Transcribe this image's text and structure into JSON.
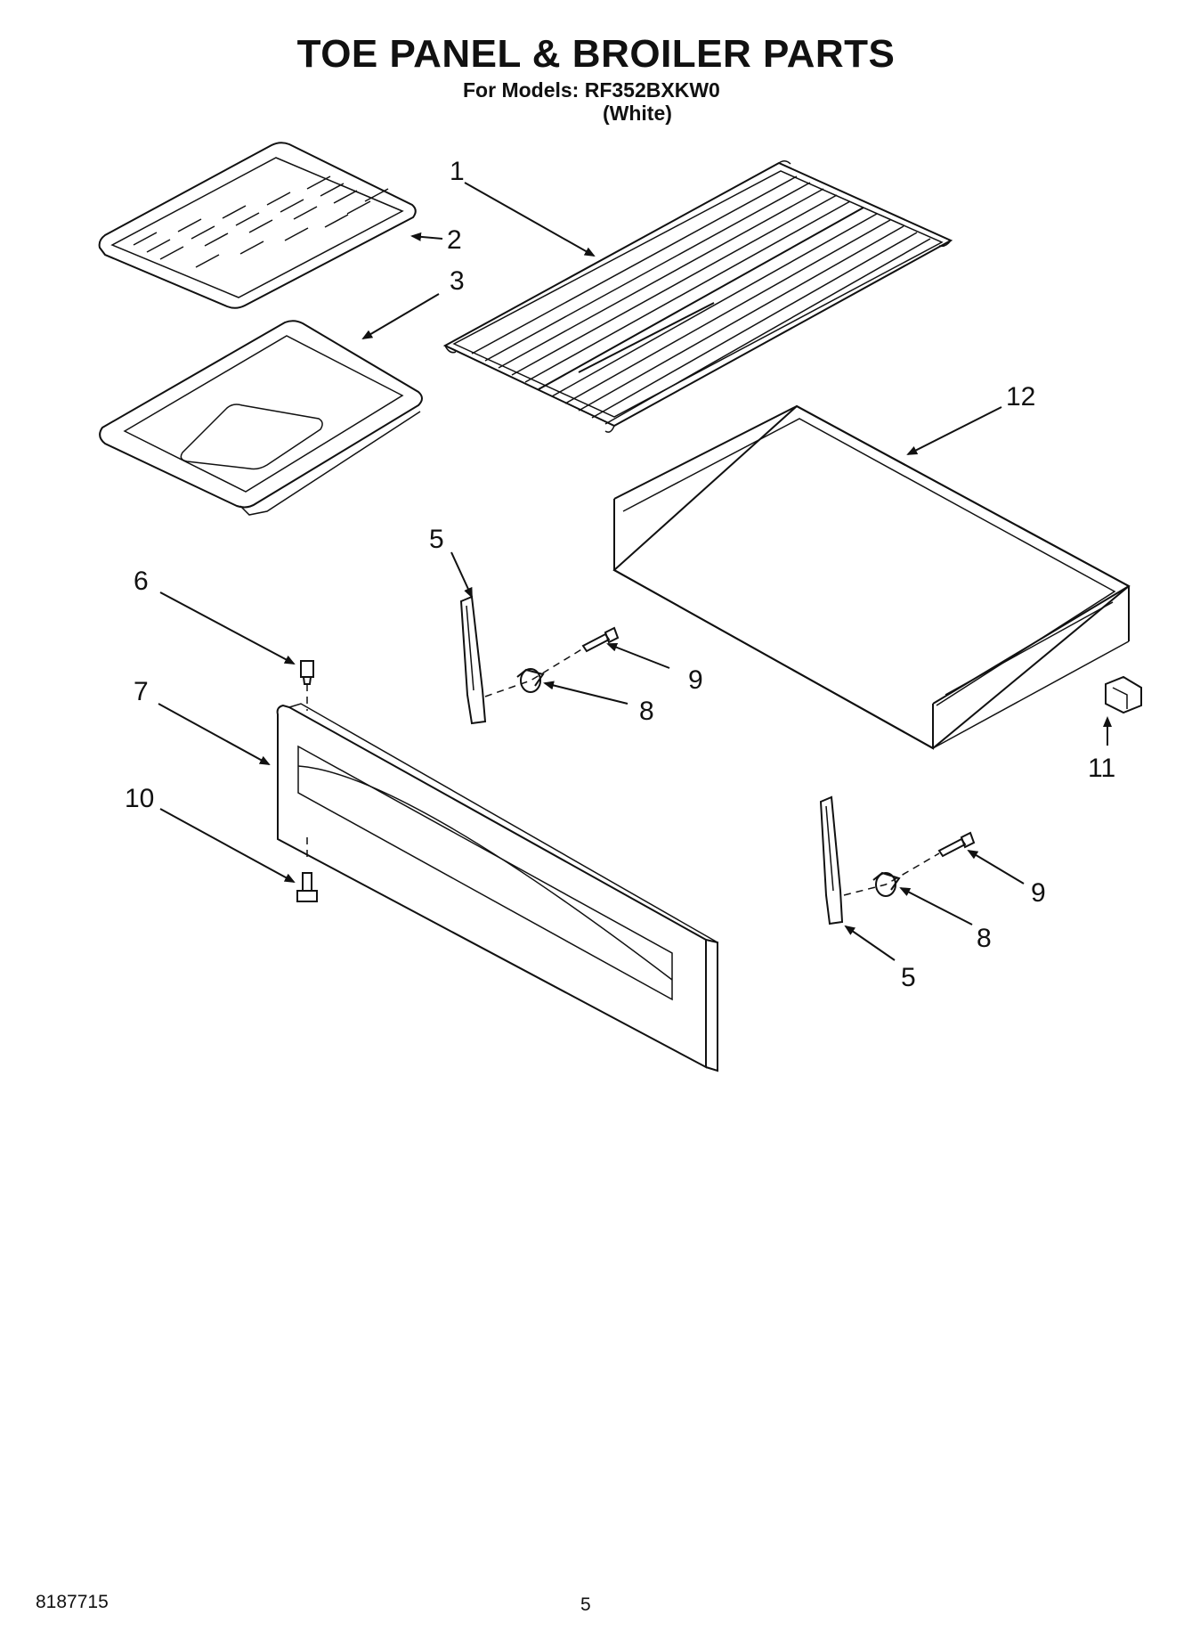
{
  "header": {
    "title": "TOE PANEL & BROILER PARTS",
    "models": "For Models: RF352BXKW0",
    "color": "(White)"
  },
  "callouts": [
    "1",
    "2",
    "3",
    "12",
    "5",
    "6",
    "7",
    "10",
    "9",
    "8",
    "11",
    "9",
    "8",
    "5"
  ],
  "footer": {
    "doc_number": "8187715",
    "page_number": "5"
  }
}
